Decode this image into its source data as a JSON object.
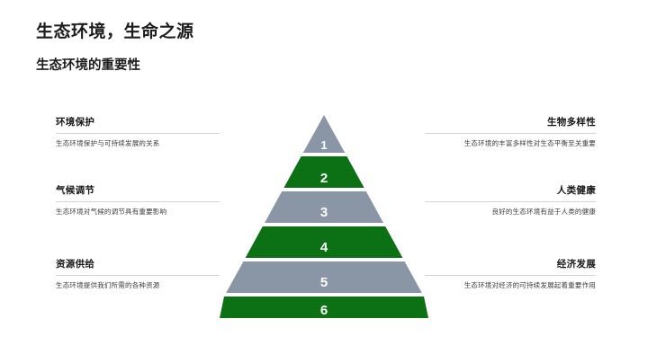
{
  "slide": {
    "title": "生态环境，生命之源",
    "subtitle": "生态环境的重要性",
    "background_color": "#ffffff"
  },
  "colors": {
    "tier_gray": "#8a96a6",
    "tier_green": "#0c7014",
    "tier_gap": "#ffffff",
    "tier_number": "#ffffff",
    "heading_text": "#161616",
    "body_text": "#3c3c3c",
    "divider": "#d4d4d4"
  },
  "left_labels": [
    {
      "heading": "环境保护",
      "description": "生态环境保护与可持续发展的关系"
    },
    {
      "heading": "气候调节",
      "description": "生态环境对气候的调节具有重要影响"
    },
    {
      "heading": "资源供给",
      "description": "生态环境提供我们所需的各种资源"
    }
  ],
  "right_labels": [
    {
      "heading": "生物多样性",
      "description": "生态环境的丰富多样性对生态平衡至关重要"
    },
    {
      "heading": "人类健康",
      "description": "良好的生态环境有益于人类的健康"
    },
    {
      "heading": "经济发展",
      "description": "生态环境对经济的可持续发展起着重要作用"
    }
  ],
  "pyramid": {
    "levels": [
      {
        "number": "1",
        "color": "#8a96a6"
      },
      {
        "number": "2",
        "color": "#0c7014"
      },
      {
        "number": "3",
        "color": "#8a96a6"
      },
      {
        "number": "4",
        "color": "#0c7014"
      },
      {
        "number": "5",
        "color": "#8a96a6"
      },
      {
        "number": "6",
        "color": "#0c7014"
      }
    ]
  },
  "chart_data": {
    "type": "pyramid",
    "title": "生态环境的重要性",
    "levels": 6,
    "level_labels": [
      "1",
      "2",
      "3",
      "4",
      "5",
      "6"
    ],
    "level_colors": [
      "#8a96a6",
      "#0c7014",
      "#8a96a6",
      "#0c7014",
      "#8a96a6",
      "#0c7014"
    ],
    "left_annotations": [
      "环境保护",
      "气候调节",
      "资源供给"
    ],
    "right_annotations": [
      "生物多样性",
      "人类健康",
      "经济发展"
    ],
    "orientation": "apex-top",
    "legend": "none",
    "grid": false
  }
}
